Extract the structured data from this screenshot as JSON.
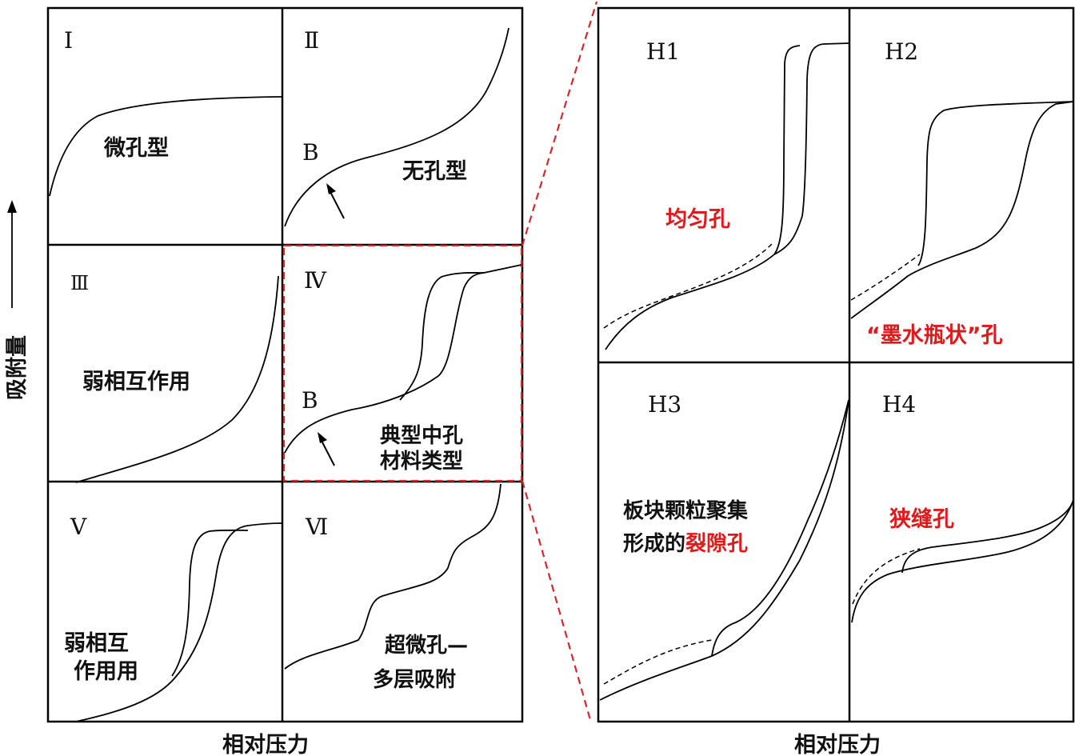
{
  "y_axis_label": "吸附量",
  "y_axis_arrow": "⟶",
  "left_x_label": "相对压力",
  "right_x_label": "相对压力",
  "panels": {
    "I": {
      "numeral": "I",
      "desc": [
        "微孔型"
      ]
    },
    "II": {
      "numeral": "Ⅱ",
      "point": "B",
      "desc": [
        "无孔型"
      ]
    },
    "III": {
      "numeral": "Ⅲ",
      "desc": [
        "弱相互作用"
      ]
    },
    "IV": {
      "numeral": "Ⅳ",
      "point": "B",
      "desc": [
        "典型中孔",
        "材料类型"
      ]
    },
    "V": {
      "numeral": "Ⅴ",
      "desc": [
        "弱相互",
        "作用用"
      ]
    },
    "VI": {
      "numeral": "Ⅵ",
      "desc": [
        "超微孔—",
        "多层吸附"
      ]
    }
  },
  "hysteresis": {
    "H1": {
      "title": "H1",
      "desc": [
        "均匀孔"
      ]
    },
    "H2": {
      "title": "H2",
      "desc_pre": "“墨水瓶状”",
      "desc_post": "孔"
    },
    "H3": {
      "title": "H3",
      "desc_line1": "板块颗粒聚集",
      "desc_line2_pre": "形成的",
      "desc_line2_red": "裂隙孔"
    },
    "H4": {
      "title": "H4",
      "desc": [
        "狭缝孔"
      ]
    }
  },
  "colors": {
    "accent_red": "#e01a1a",
    "line": "#000000"
  }
}
